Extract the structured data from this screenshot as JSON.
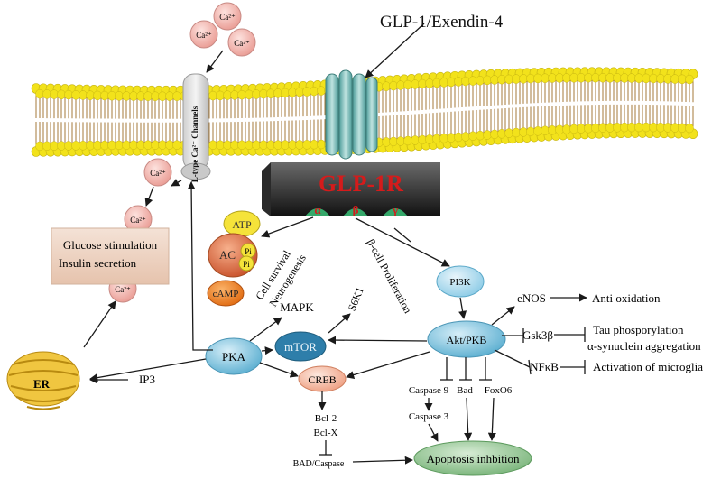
{
  "ligand": "GLP-1/Exendin-4",
  "receptor": {
    "label": "GLP-1R",
    "subunits": [
      "α",
      "β",
      "γ"
    ]
  },
  "channel": {
    "label": "L-type Ca²⁺ Channels"
  },
  "ions": {
    "ca": "Ca²⁺"
  },
  "boxes": {
    "glucose_line1": "Glucose stimulation",
    "glucose_line2": "Insulin secretion"
  },
  "nodes": {
    "atp": "ATP",
    "ac": "AC",
    "pi": "Pi",
    "camp": "cAMP",
    "pka": "PKA",
    "mapk": "MAPK",
    "mtor": "mTOR",
    "creb": "CREB",
    "pi3k": "PI3K",
    "akt": "Akt/PKB",
    "er": "ER",
    "ip3": "IP3",
    "enos": "eNOS",
    "gsk3b": "Gsk3β",
    "nfkb": "NFκB",
    "bcl2": "Bcl-2",
    "bclx": "Bcl-X",
    "bad_caspase": "BAD/Caspase",
    "caspase9": "Caspase 9",
    "bad": "Bad",
    "foxo6": "FoxO6",
    "caspase3": "Caspase 3",
    "apoptosis": "Apoptosis inhbition"
  },
  "outcomes": {
    "anti_oxidation": "Anti oxidation",
    "tau": "Tau phosporylation",
    "synuclein": "α-synuclein aggregation",
    "microglia": "Activation of microglia"
  },
  "rotated": {
    "cell_survival": "Cell survival",
    "neurogenesis": "Neurogenesis",
    "s6k1": "S6K1",
    "b_cell_prolif": "β-cell Proliferation"
  },
  "colors": {
    "membrane_head": "#f2e21b",
    "membrane_tail": "#a57a3a",
    "receptor_label": "#d51b1b",
    "ca_ion": "#f2b3ad",
    "node_blue": "#7fc3de",
    "creb_fill": "#f6c3ad",
    "apoptosis_fill": "#9fcc9c",
    "er_fill": "#e9b21e",
    "box_fill": "#efd7c8",
    "helix": "#6cb9b5"
  }
}
